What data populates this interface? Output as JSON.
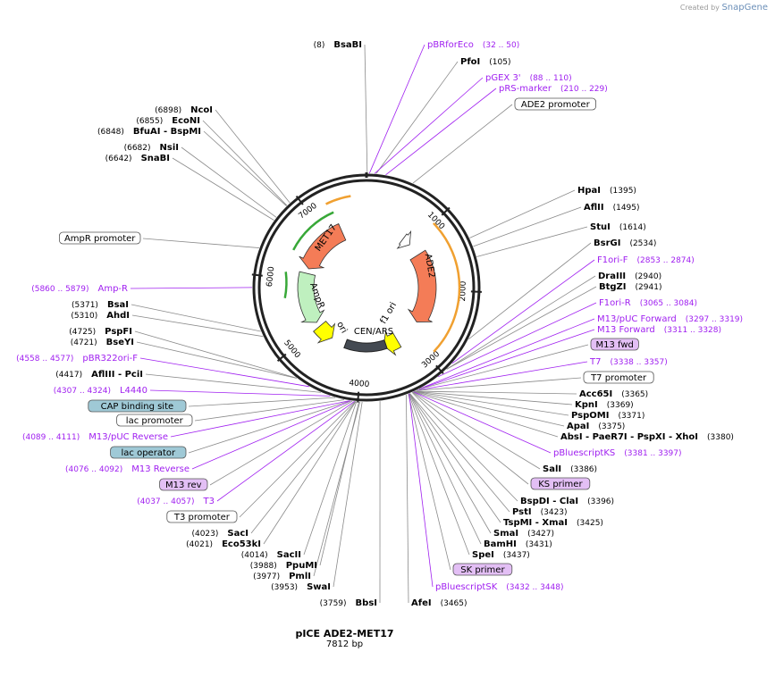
{
  "header": {
    "created_by": "Created by",
    "brand": "SnapGene"
  },
  "plasmid": {
    "name": "pICE ADE2-MET17",
    "length_label": "7812 bp",
    "length": 7812
  },
  "ticks": [
    "1000",
    "2000",
    "3000",
    "4000",
    "5000",
    "6000",
    "7000"
  ],
  "features": [
    {
      "label": "ADE2",
      "color": "#f47c57"
    },
    {
      "label": "MET17",
      "color": "#f47c57"
    },
    {
      "label": "AmpR",
      "color": "#bff0bf"
    },
    {
      "label": "ori",
      "color": "#ffff00"
    },
    {
      "label": "f1 ori",
      "color": "#ffff00"
    },
    {
      "label": "CEN/ARS",
      "color": "#444444"
    }
  ],
  "labels": [
    {
      "kind": "enzyme",
      "name": "BsaBI",
      "pos": "(8)"
    },
    {
      "kind": "primer",
      "name": "pBRforEco",
      "pos": "(32 .. 50)"
    },
    {
      "kind": "enzyme",
      "name": "PfoI",
      "pos": "(105)"
    },
    {
      "kind": "primer",
      "name": "pGEX 3'",
      "pos": "(88 .. 110)"
    },
    {
      "kind": "primer",
      "name": "pRS-marker",
      "pos": "(210 .. 229)"
    },
    {
      "kind": "boxed",
      "name": "ADE2 promoter",
      "pos": ""
    },
    {
      "kind": "enzyme",
      "name": "NcoI",
      "pos": "(6898)"
    },
    {
      "kind": "enzyme",
      "name": "EcoNI",
      "pos": "(6855)"
    },
    {
      "kind": "enzyme",
      "name": "BfuAI  -  BspMI",
      "pos": "(6848)"
    },
    {
      "kind": "enzyme",
      "name": "NsiI",
      "pos": "(6682)"
    },
    {
      "kind": "enzyme",
      "name": "SnaBI",
      "pos": "(6642)"
    },
    {
      "kind": "enzyme",
      "name": "HpaI",
      "pos": "(1395)"
    },
    {
      "kind": "enzyme",
      "name": "AflII",
      "pos": "(1495)"
    },
    {
      "kind": "enzyme",
      "name": "StuI",
      "pos": "(1614)"
    },
    {
      "kind": "enzyme",
      "name": "BsrGI",
      "pos": "(2534)"
    },
    {
      "kind": "primer",
      "name": "F1ori-F",
      "pos": "(2853 .. 2874)"
    },
    {
      "kind": "enzyme",
      "name": "DraIII",
      "pos": "(2940)"
    },
    {
      "kind": "enzyme",
      "name": "BtgZI",
      "pos": "(2941)"
    },
    {
      "kind": "primer",
      "name": "F1ori-R",
      "pos": "(3065 .. 3084)"
    },
    {
      "kind": "primer",
      "name": "M13/pUC Forward",
      "pos": "(3297 .. 3319)"
    },
    {
      "kind": "primer",
      "name": "M13 Forward",
      "pos": "(3311 .. 3328)"
    },
    {
      "kind": "pbox",
      "name": "M13 fwd",
      "pos": ""
    },
    {
      "kind": "primer",
      "name": "T7",
      "pos": "(3338 .. 3357)"
    },
    {
      "kind": "boxed",
      "name": "T7 promoter",
      "pos": ""
    },
    {
      "kind": "enzyme",
      "name": "Acc65I",
      "pos": "(3365)"
    },
    {
      "kind": "enzyme",
      "name": "KpnI",
      "pos": "(3369)"
    },
    {
      "kind": "enzyme",
      "name": "PspOMI",
      "pos": "(3371)"
    },
    {
      "kind": "enzyme",
      "name": "ApaI",
      "pos": "(3375)"
    },
    {
      "kind": "enzyme",
      "name": "AbsI  -  PaeR7I  -  PspXI  -  XhoI",
      "pos": "(3380)"
    },
    {
      "kind": "primer",
      "name": "pBluescriptKS",
      "pos": "(3381 .. 3397)"
    },
    {
      "kind": "enzyme",
      "name": "SalI",
      "pos": "(3386)"
    },
    {
      "kind": "pbox",
      "name": "KS primer",
      "pos": ""
    },
    {
      "kind": "enzyme",
      "name": "BspDI  -  ClaI",
      "pos": "(3396)"
    },
    {
      "kind": "enzyme",
      "name": "PstI",
      "pos": "(3423)"
    },
    {
      "kind": "enzyme",
      "name": "TspMI  -  XmaI",
      "pos": "(3425)"
    },
    {
      "kind": "enzyme",
      "name": "SmaI",
      "pos": "(3427)"
    },
    {
      "kind": "enzyme",
      "name": "BamHI",
      "pos": "(3431)"
    },
    {
      "kind": "enzyme",
      "name": "SpeI",
      "pos": "(3437)"
    },
    {
      "kind": "pbox",
      "name": "SK primer",
      "pos": ""
    },
    {
      "kind": "primer",
      "name": "pBluescriptSK",
      "pos": "(3432 .. 3448)"
    },
    {
      "kind": "enzyme",
      "name": "AfeI",
      "pos": "(3465)"
    },
    {
      "kind": "enzyme",
      "name": "BbsI",
      "pos": "(3759)"
    },
    {
      "kind": "enzyme",
      "name": "SwaI",
      "pos": "(3953)"
    },
    {
      "kind": "enzyme",
      "name": "PmlI",
      "pos": "(3977)"
    },
    {
      "kind": "enzyme",
      "name": "PpuMI",
      "pos": "(3988)"
    },
    {
      "kind": "enzyme",
      "name": "SacII",
      "pos": "(4014)"
    },
    {
      "kind": "enzyme",
      "name": "Eco53kI",
      "pos": "(4021)"
    },
    {
      "kind": "enzyme",
      "name": "SacI",
      "pos": "(4023)"
    },
    {
      "kind": "boxed",
      "name": "T3 promoter",
      "pos": ""
    },
    {
      "kind": "primer",
      "name": "T3",
      "pos": "(4037 .. 4057)"
    },
    {
      "kind": "pbox",
      "name": "M13 rev",
      "pos": ""
    },
    {
      "kind": "primer",
      "name": "M13 Reverse",
      "pos": "(4076 .. 4092)"
    },
    {
      "kind": "bluebox",
      "name": "lac operator",
      "pos": ""
    },
    {
      "kind": "primer",
      "name": "M13/pUC Reverse",
      "pos": "(4089 .. 4111)"
    },
    {
      "kind": "boxed",
      "name": "lac promoter",
      "pos": ""
    },
    {
      "kind": "bluebox",
      "name": "CAP binding site",
      "pos": ""
    },
    {
      "kind": "primer",
      "name": "L4440",
      "pos": "(4307 .. 4324)"
    },
    {
      "kind": "enzyme",
      "name": "AflIII  -  PciI",
      "pos": "(4417)"
    },
    {
      "kind": "primer",
      "name": "pBR322ori-F",
      "pos": "(4558 .. 4577)"
    },
    {
      "kind": "enzyme",
      "name": "BseYI",
      "pos": "(4721)"
    },
    {
      "kind": "enzyme",
      "name": "PspFI",
      "pos": "(4725)"
    },
    {
      "kind": "enzyme",
      "name": "AhdI",
      "pos": "(5310)"
    },
    {
      "kind": "enzyme",
      "name": "BsaI",
      "pos": "(5371)"
    },
    {
      "kind": "primer",
      "name": "Amp-R",
      "pos": "(5860 .. 5879)"
    },
    {
      "kind": "boxed",
      "name": "AmpR promoter",
      "pos": ""
    }
  ],
  "colors": {
    "primer": "#a020f0",
    "enzyme": "#000000",
    "ring": "#222222",
    "gold": "#f0a030",
    "green": "#38a838",
    "lightgreen": "#bff0bf",
    "salmon": "#f47c57",
    "yellow": "#ffff00",
    "boxed_fill": "#ffffff",
    "pbox_fill": "#e3bff5",
    "bluebox_fill": "#9fc9d6"
  }
}
